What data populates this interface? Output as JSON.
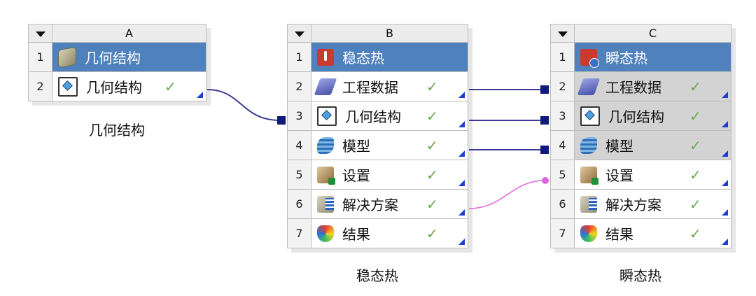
{
  "systems": [
    {
      "key": "A",
      "column_letter": "A",
      "title": "几何结构",
      "rows": [
        {
          "num": "1",
          "label": "几何结构",
          "icon": "geometry-box-icon",
          "check": "",
          "header": true
        },
        {
          "num": "2",
          "label": "几何结构",
          "icon": "geometry-file-icon",
          "check": "✓"
        }
      ]
    },
    {
      "key": "B",
      "column_letter": "B",
      "title": "稳态热",
      "rows": [
        {
          "num": "1",
          "label": "稳态热",
          "icon": "thermometer-icon",
          "check": "",
          "header": true
        },
        {
          "num": "2",
          "label": "工程数据",
          "icon": "engineering-data-book-icon",
          "check": "✓"
        },
        {
          "num": "3",
          "label": "几何结构",
          "icon": "geometry-file-icon",
          "check": "✓"
        },
        {
          "num": "4",
          "label": "模型",
          "icon": "mesh-model-icon",
          "check": "✓"
        },
        {
          "num": "5",
          "label": "设置",
          "icon": "setup-icon",
          "check": "✓"
        },
        {
          "num": "6",
          "label": "解决方案",
          "icon": "solution-calculator-icon",
          "check": "✓"
        },
        {
          "num": "7",
          "label": "结果",
          "icon": "results-contour-icon",
          "check": "✓"
        }
      ]
    },
    {
      "key": "C",
      "column_letter": "C",
      "title": "瞬态热",
      "rows": [
        {
          "num": "1",
          "label": "瞬态热",
          "icon": "thermometer-clock-icon",
          "check": "",
          "header": true
        },
        {
          "num": "2",
          "label": "工程数据",
          "icon": "engineering-data-book-icon",
          "check": "✓",
          "shared": true
        },
        {
          "num": "3",
          "label": "几何结构",
          "icon": "geometry-file-icon",
          "check": "✓",
          "shared": true
        },
        {
          "num": "4",
          "label": "模型",
          "icon": "mesh-model-icon",
          "check": "✓",
          "shared": true
        },
        {
          "num": "5",
          "label": "设置",
          "icon": "setup-icon",
          "check": "✓"
        },
        {
          "num": "6",
          "label": "解决方案",
          "icon": "solution-calculator-icon",
          "check": "✓"
        },
        {
          "num": "7",
          "label": "结果",
          "icon": "results-contour-icon",
          "check": "✓"
        }
      ]
    }
  ],
  "colors": {
    "header_blue": "#4f81bd",
    "shared_cell_grey": "#d3d3d3",
    "check_green": "#6aa84f",
    "link_share": "#3a3a9a",
    "link_transfer": "#e066e0",
    "corner_blue": "#1a3fd0"
  }
}
